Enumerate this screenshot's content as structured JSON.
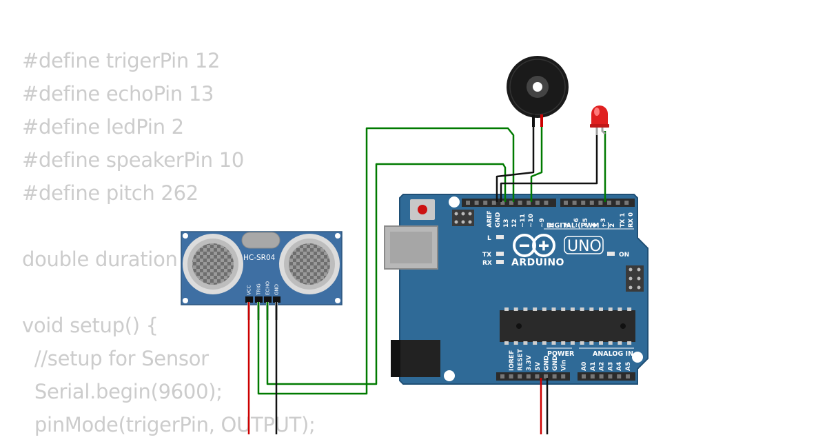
{
  "code_lines": [
    "#define trigerPin 12",
    "#define echoPin 13",
    "#define ledPin 2",
    "#define speakerPin 10",
    "#define pitch 262",
    "",
    "double duration",
    "",
    "void setup() {",
    "  //setup for Sensor",
    "  Serial.begin(9600);",
    "  pinMode(trigerPin, OUTPUT);"
  ],
  "sensor": {
    "model": "HC-SR04",
    "pins": [
      "VCC",
      "TRIG",
      "ECHO",
      "GND"
    ]
  },
  "arduino": {
    "brand": "ARDUINO",
    "model": "UNO",
    "digital_header": "DIGITAL (PWM ~)",
    "digital_pins": [
      "AREF",
      "GND",
      "13",
      "12",
      "~11",
      "~10",
      "~9",
      "8",
      "7",
      "~6",
      "~5",
      "4",
      "~3",
      "2",
      "TX 1",
      "RX 0"
    ],
    "power_label": "POWER",
    "power_pins": [
      "IOREF",
      "RESET",
      "3.3V",
      "5V",
      "GND",
      "GND",
      "Vin"
    ],
    "analog_label": "ANALOG IN",
    "analog_pins": [
      "A0",
      "A1",
      "A2",
      "A3",
      "A4",
      "A5"
    ],
    "led_l": "L",
    "led_tx": "TX",
    "led_rx": "RX",
    "led_on": "ON"
  },
  "colors": {
    "board": "#2f6a97",
    "board_edge": "#1f4f75",
    "wire_green": "#007a00",
    "wire_black": "#111111",
    "wire_red": "#cc0000",
    "code_text": "#cccccc"
  }
}
